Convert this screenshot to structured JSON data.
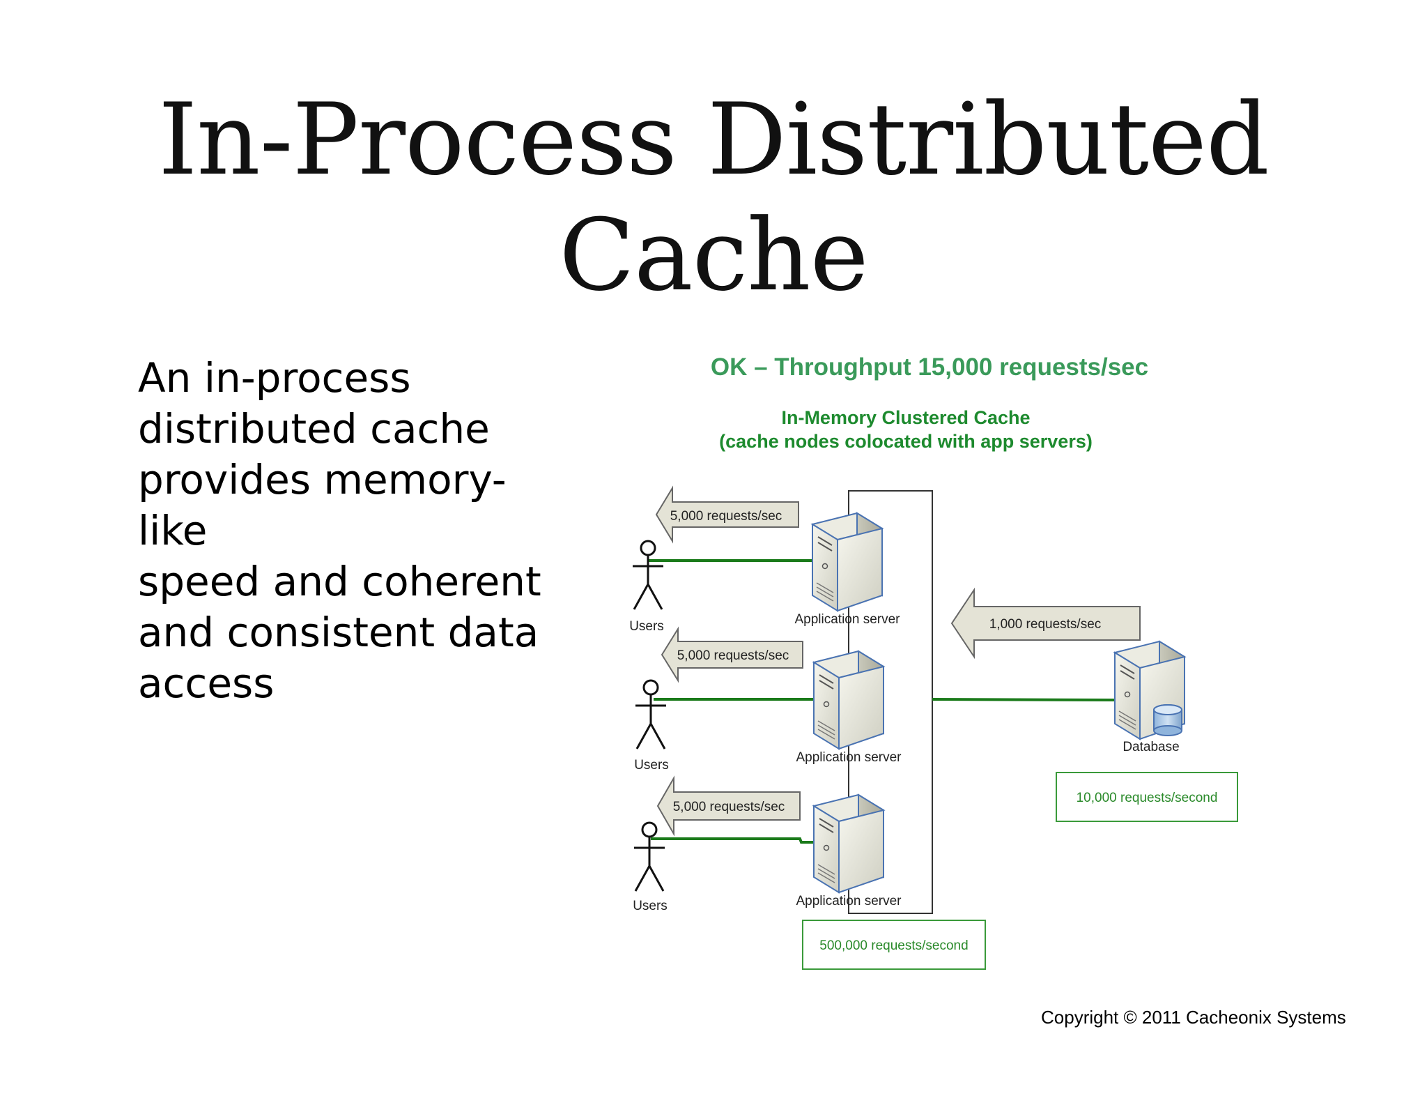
{
  "slide": {
    "title_line1": "In-Process Distributed",
    "title_line2": "Cache",
    "body_lines": [
      "An in-process",
      "distributed cache",
      "provides memory-like",
      "speed and coherent",
      "and consistent data",
      "access"
    ],
    "copyright": "Copyright © 2011 Cacheonix Systems"
  },
  "diagram": {
    "heading": "OK – Throughput 15,000 requests/sec",
    "cluster_title_line1": "In-Memory Clustered Cache",
    "cluster_title_line2": "(cache nodes colocated with app servers)",
    "rows": [
      {
        "user_label": "Users",
        "server_label": "Application server",
        "arrow_label": "5,000 requests/sec"
      },
      {
        "user_label": "Users",
        "server_label": "Application server",
        "arrow_label": "5,000 requests/sec"
      },
      {
        "user_label": "Users",
        "server_label": "Application server",
        "arrow_label": "5,000 requests/sec"
      }
    ],
    "db_arrow_label": "1,000 requests/sec",
    "database_label": "Database",
    "database_box": "10,000 requests/second",
    "cluster_box": "500,000 requests/second",
    "colors": {
      "link": "#1a7a1a",
      "arrow_fill": "#e4e3d6",
      "heading": "#3a9a5a",
      "box_border": "#3a9a3a"
    }
  }
}
